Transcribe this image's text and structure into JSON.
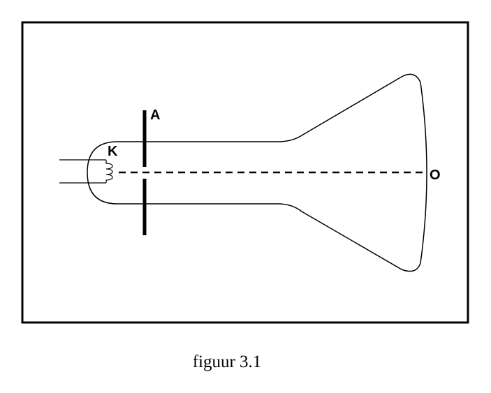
{
  "figure": {
    "caption": "figuur 3.1",
    "labels": {
      "cathode": "K",
      "anode": "A",
      "screen_point": "O"
    }
  },
  "colors": {
    "ink": "#000000",
    "background": "#ffffff"
  }
}
